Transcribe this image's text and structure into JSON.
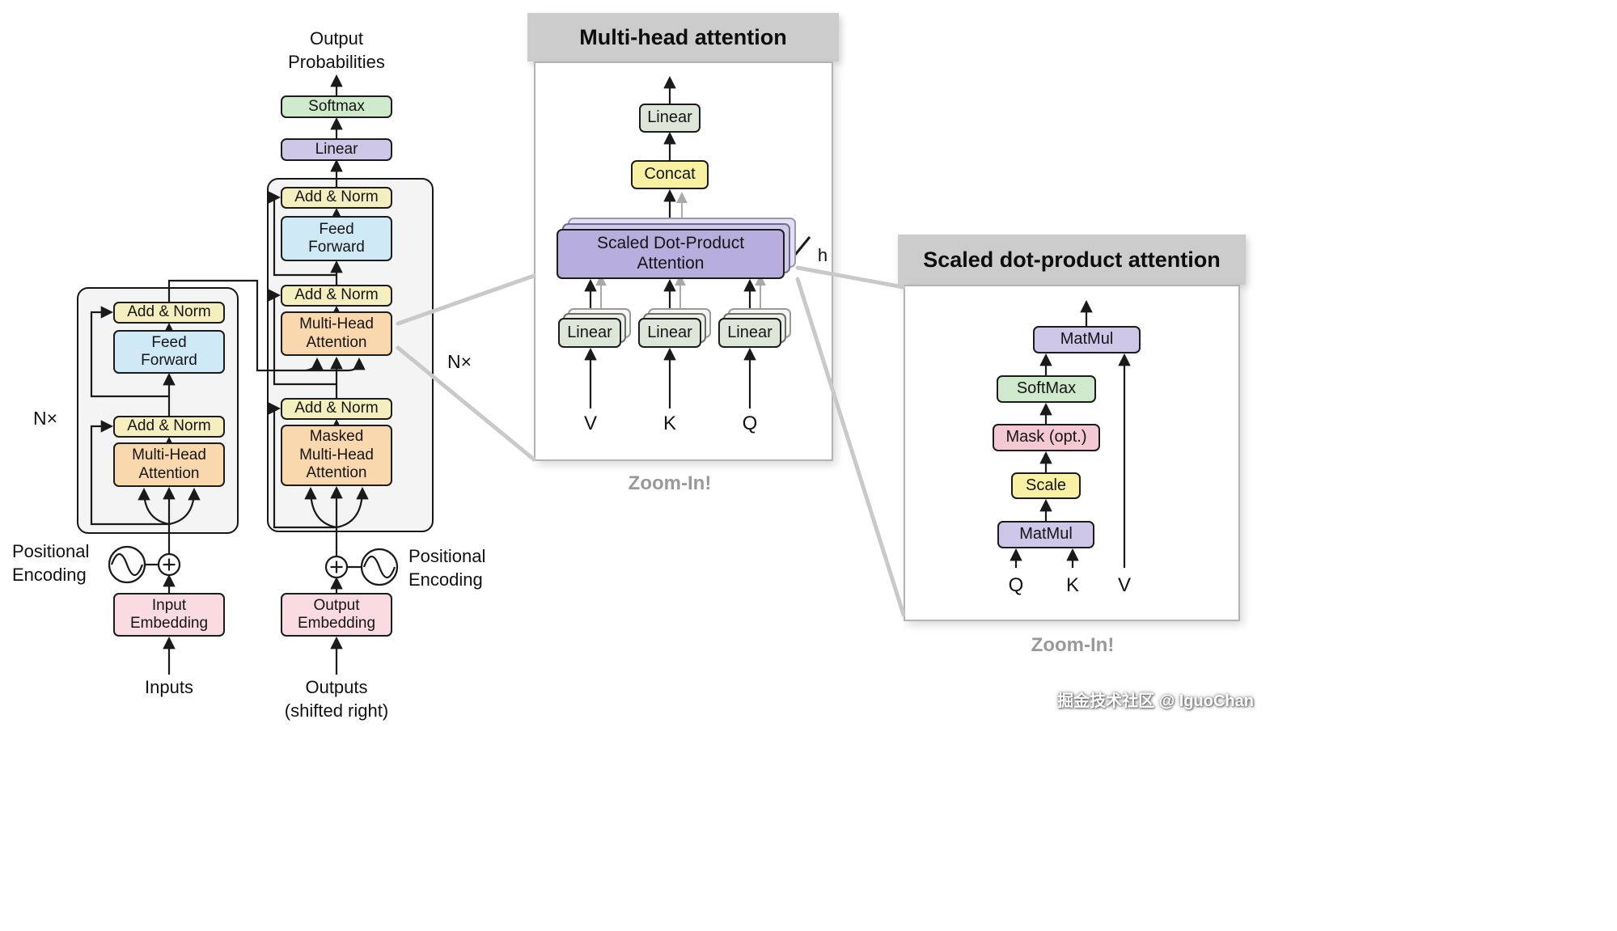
{
  "watermark": "掘金技术社区 @ IguoChan",
  "colors": {
    "add_norm_yellow": "#f5efc0",
    "concat_scale_yellow": "#f8f1a4",
    "feed_forward_blue": "#cfe9f7",
    "attention_orange": "#fad8ae",
    "embedding_pink": "#fadbe1",
    "mask_pink": "#f4c9d4",
    "softmax_green": "#cfe9cd",
    "linear_matmul_purple": "#cec7e8",
    "sdpa_purple": "#b7aede",
    "panel_linear_gray_green": "#dee6da",
    "container_gray": "#f4f4f4",
    "panel_title_gray": "#cccccc",
    "zoom_text_gray": "#999999"
  },
  "transformer": {
    "output_probabilities": "Output\nProbabilities",
    "softmax": "Softmax",
    "linear": "Linear",
    "decoder": {
      "n_times": "N×",
      "add_norm_top": "Add & Norm",
      "feed_forward": "Feed\nForward",
      "add_norm_mid": "Add & Norm",
      "multi_head_attention": "Multi-Head\nAttention",
      "add_norm_bottom": "Add & Norm",
      "masked_multi_head_attention": "Masked\nMulti-Head\nAttention"
    },
    "encoder": {
      "n_times": "N×",
      "add_norm_top": "Add & Norm",
      "feed_forward": "Feed\nForward",
      "add_norm_bottom": "Add & Norm",
      "multi_head_attention": "Multi-Head\nAttention"
    },
    "positional_encoding_left": "Positional\nEncoding",
    "positional_encoding_right": "Positional\nEncoding",
    "input_embedding": "Input\nEmbedding",
    "output_embedding": "Output\nEmbedding",
    "inputs": "Inputs",
    "outputs": "Outputs\n(shifted right)"
  },
  "multi_head_panel": {
    "title": "Multi-head attention",
    "zoom_in": "Zoom-In!",
    "linear_output": "Linear",
    "concat": "Concat",
    "scaled_dot_product_attention": "Scaled Dot-Product\nAttention",
    "h_label": "h",
    "linear_v": "Linear",
    "linear_k": "Linear",
    "linear_q": "Linear",
    "v_label": "V",
    "k_label": "K",
    "q_label": "Q"
  },
  "sdpa_panel": {
    "title": "Scaled dot-product attention",
    "zoom_in": "Zoom-In!",
    "matmul_top": "MatMul",
    "softmax": "SoftMax",
    "mask": "Mask (opt.)",
    "scale": "Scale",
    "matmul_bottom": "MatMul",
    "q_label": "Q",
    "k_label": "K",
    "v_label": "V"
  }
}
